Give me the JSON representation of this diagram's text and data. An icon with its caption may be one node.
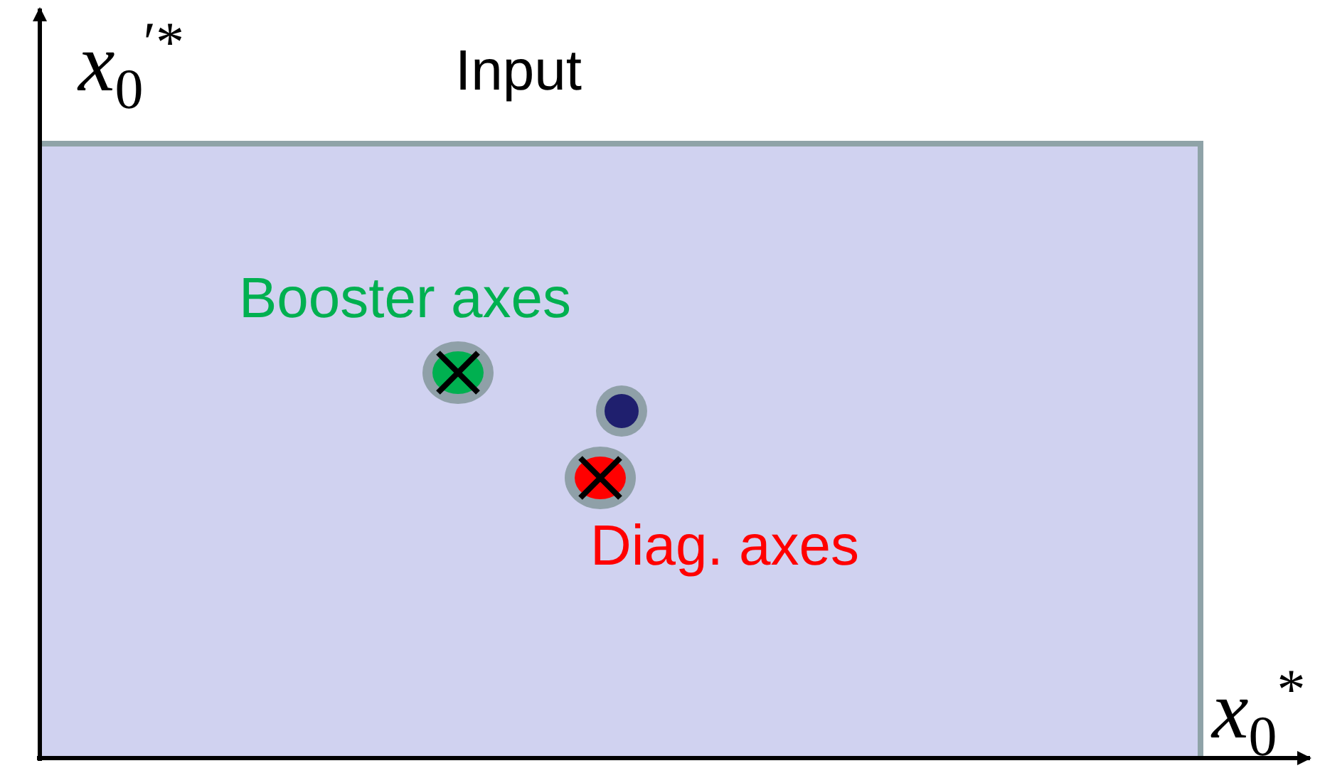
{
  "diagram": {
    "nodes": [
      {
        "text": [
          "Input"
        ]
      }
    ],
    "labels": [
      "Booster axes",
      "Diag. axes",
      "*x*$_{0}$$^{′*}$",
      "*x*$_{0}$$^{*}$"
    ]
  }
}
